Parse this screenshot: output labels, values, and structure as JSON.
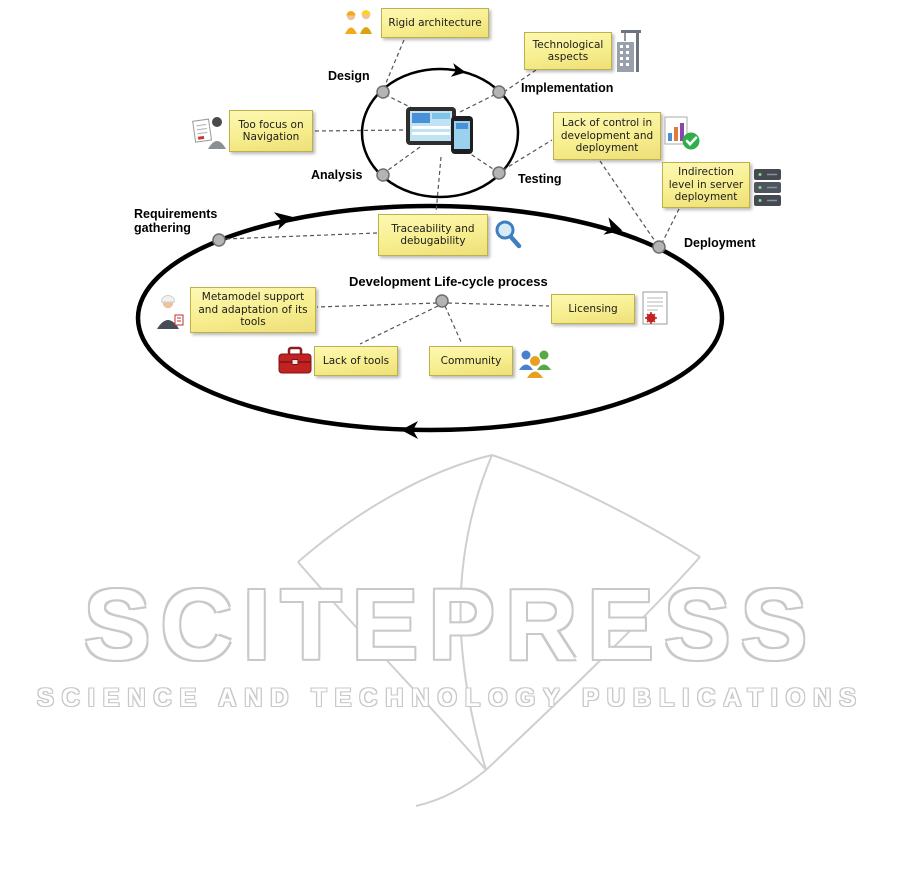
{
  "diagram": {
    "title": "Development Life-cycle process",
    "phases": [
      {
        "id": "design",
        "label": "Design"
      },
      {
        "id": "implementation",
        "label": "Implementation"
      },
      {
        "id": "analysis",
        "label": "Analysis"
      },
      {
        "id": "testing",
        "label": "Testing"
      },
      {
        "id": "requirements",
        "label": "Requirements gathering"
      },
      {
        "id": "deployment",
        "label": "Deployment"
      }
    ],
    "notes": [
      {
        "id": "rigid-architecture",
        "text": "Rigid architecture",
        "icon": "construction-workers-icon"
      },
      {
        "id": "technological-aspects",
        "text": "Technological aspects",
        "icon": "crane-building-icon"
      },
      {
        "id": "too-focus-navigation",
        "text": "Too focus on Navigation",
        "icon": "analyst-clipboard-icon"
      },
      {
        "id": "lack-of-control",
        "text": "Lack of control in development and deployment",
        "icon": "charts-checkmark-icon"
      },
      {
        "id": "indirection-level",
        "text": "Indirection level in server deployment",
        "icon": "server-icon"
      },
      {
        "id": "traceability",
        "text": "Traceability and debugability",
        "icon": "magnifier-icon"
      },
      {
        "id": "metamodel-support",
        "text": "Metamodel support and adaptation of its tools",
        "icon": "engineer-icon"
      },
      {
        "id": "lack-of-tools",
        "text": "Lack of tools",
        "icon": "toolbox-icon"
      },
      {
        "id": "community",
        "text": "Community",
        "icon": "community-people-icon"
      },
      {
        "id": "licensing",
        "text": "Licensing",
        "icon": "license-document-icon"
      }
    ],
    "colors": {
      "note_bg": "#f7ee8f",
      "cycle_stroke": "#000000",
      "node_fill": "#b4b4b4",
      "connector": "#555555"
    }
  },
  "watermark": {
    "logo": "SCITEPRESS",
    "tagline": "SCIENCE AND TECHNOLOGY PUBLICATIONS"
  }
}
